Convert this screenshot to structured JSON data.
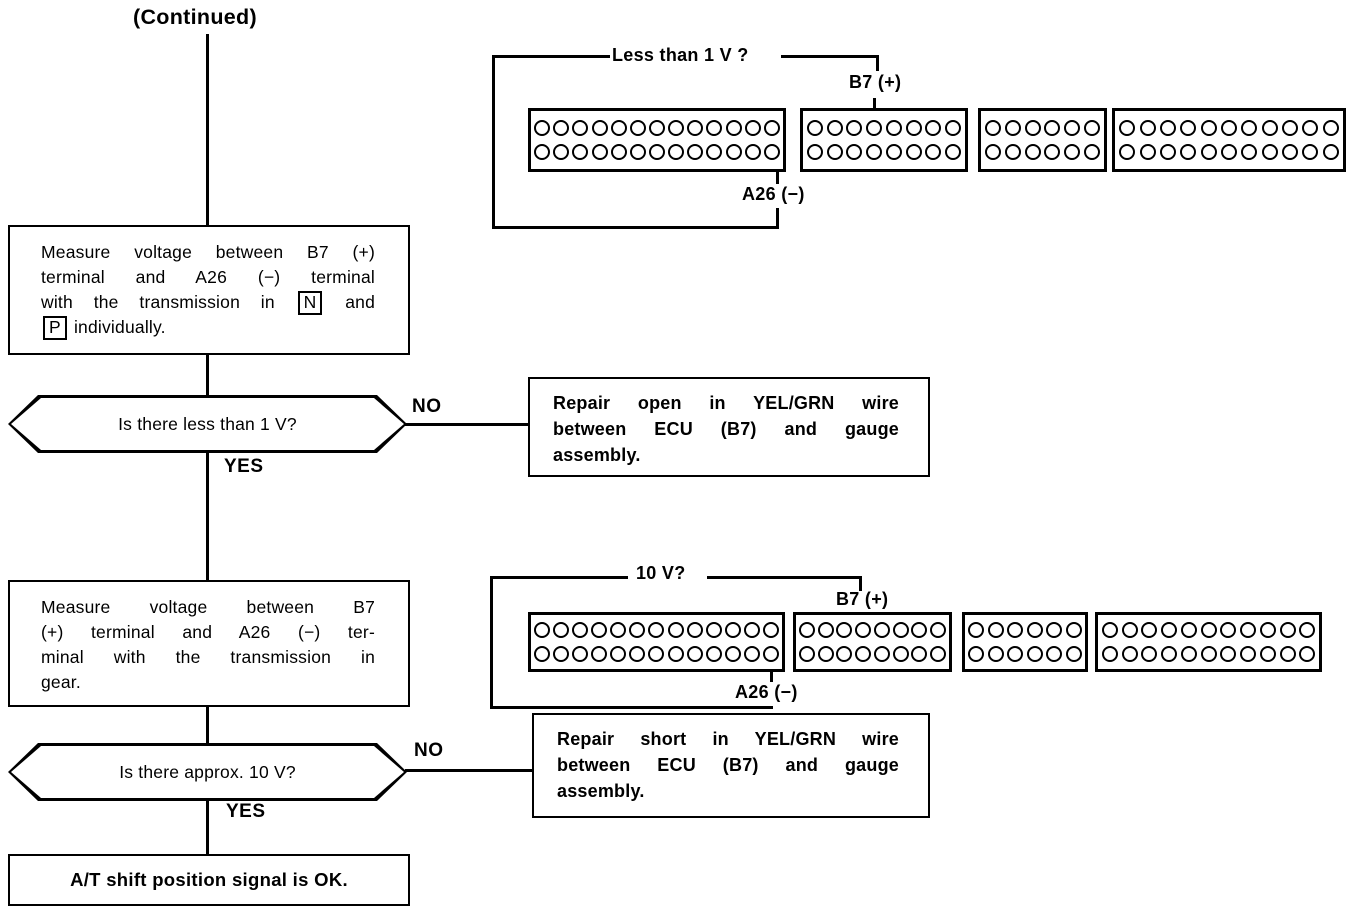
{
  "title": "(Continued)",
  "connector_top": {
    "question_label": "Less than 1 V ?",
    "b7_label": "B7 (+)",
    "a26_label": "A26 (−)",
    "blocks": [
      {
        "cols": 13
      },
      {
        "cols": 8
      },
      {
        "cols": 6
      },
      {
        "cols": 11
      }
    ]
  },
  "connector_bottom": {
    "question_label": "10 V?",
    "b7_label": "B7 (+)",
    "a26_label": "A26 (−)",
    "blocks": [
      {
        "cols": 13
      },
      {
        "cols": 8
      },
      {
        "cols": 6
      },
      {
        "cols": 11
      }
    ]
  },
  "step1": {
    "line1": "Measure voltage between B7 (+)",
    "line2": "terminal and A26 (−) terminal",
    "line3_pre": "with the transmission in",
    "line3_box": "N",
    "line3_post": "and",
    "line4_box": "P",
    "line4_post": "individually."
  },
  "decision1": {
    "question": "Is there less than 1 V?",
    "no": "NO",
    "yes": "YES"
  },
  "repair1": {
    "line1": "Repair open in YEL/GRN wire",
    "line2": "between ECU (B7) and gauge",
    "line3": "assembly."
  },
  "step2": {
    "line1": "Measure voltage between B7",
    "line2": "(+) terminal and A26 (−) ter-",
    "line3": "minal with the transmission in",
    "line4": "gear."
  },
  "decision2": {
    "question": "Is there approx. 10 V?",
    "no": "NO",
    "yes": "YES"
  },
  "repair2": {
    "line1": "Repair short in YEL/GRN wire",
    "line2": "between ECU (B7) and gauge",
    "line3": "assembly."
  },
  "final": {
    "text": "A/T shift position signal is OK."
  }
}
